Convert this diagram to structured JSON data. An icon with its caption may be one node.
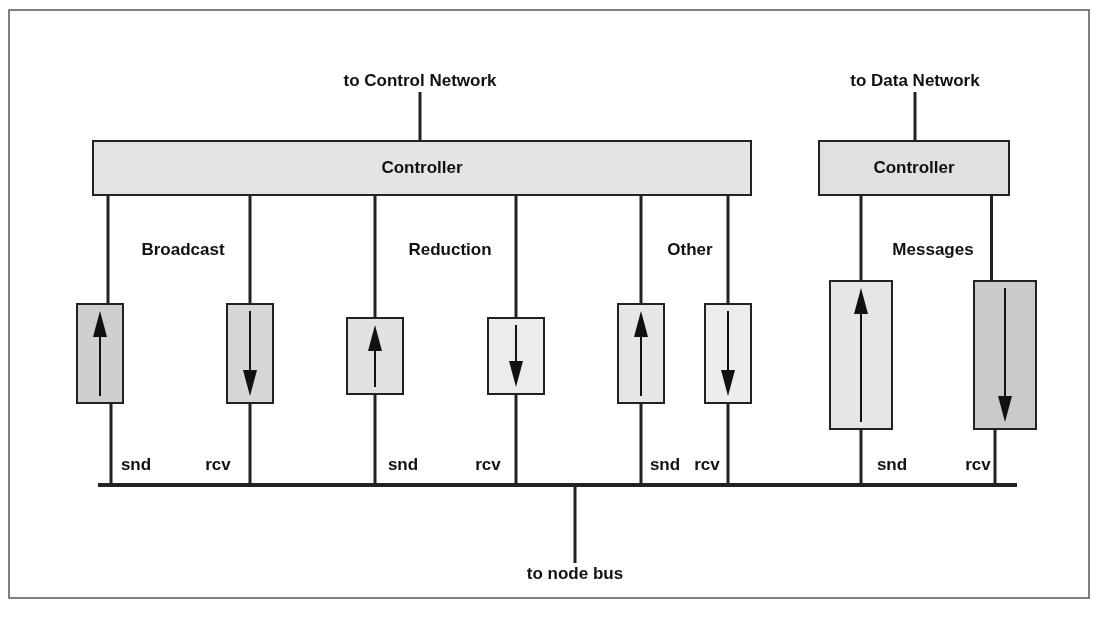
{
  "diagram": {
    "nodes": [
      {
        "text": [
          "to Control Network"
        ]
      },
      {
        "text": [
          "Controller"
        ]
      },
      {
        "text": [
          "to Data Network"
        ]
      },
      {
        "text": [
          "Controller"
        ]
      },
      {
        "text": [],
        "shape": "box"
      },
      {
        "text": [],
        "shape": "box"
      },
      {
        "text": [],
        "shape": "box"
      },
      {
        "text": [],
        "shape": "box"
      },
      {
        "text": [],
        "shape": "box"
      },
      {
        "text": [],
        "shape": "box"
      },
      {
        "text": [],
        "shape": "box"
      },
      {
        "text": [],
        "shape": "box"
      },
      {
        "text": [],
        "shape": "bar"
      },
      {
        "text": [
          "to node bus"
        ]
      }
    ],
    "edges": [
      {
        "from": 0,
        "to": 1,
        "arrow": "none"
      },
      {
        "from": 2,
        "to": 3,
        "arrow": "none"
      },
      {
        "from": 1,
        "to": 4,
        "arrow": "none"
      },
      {
        "from": 1,
        "to": 5,
        "arrow": "none"
      },
      {
        "from": 1,
        "to": 6,
        "arrow": "none"
      },
      {
        "from": 1,
        "to": 7,
        "arrow": "none"
      },
      {
        "from": 1,
        "to": 8,
        "arrow": "none"
      },
      {
        "from": 1,
        "to": 9,
        "arrow": "none"
      },
      {
        "from": 3,
        "to": 10,
        "arrow": "none"
      },
      {
        "from": 3,
        "to": 11,
        "arrow": "none"
      },
      {
        "from": 4,
        "to": 12,
        "arrow": "none"
      },
      {
        "from": 5,
        "to": 12,
        "arrow": "none"
      },
      {
        "from": 6,
        "to": 12,
        "arrow": "none"
      },
      {
        "from": 7,
        "to": 12,
        "arrow": "none"
      },
      {
        "from": 8,
        "to": 12,
        "arrow": "none"
      },
      {
        "from": 9,
        "to": 12,
        "arrow": "none"
      },
      {
        "from": 10,
        "to": 12,
        "arrow": "none"
      },
      {
        "from": 11,
        "to": 12,
        "arrow": "none"
      },
      {
        "from": 12,
        "to": 13,
        "arrow": "none"
      }
    ],
    "labels": [
      "Broadcast",
      "Reduction",
      "Other",
      "Messages",
      "snd",
      "rcv",
      "snd",
      "rcv",
      "snd",
      "rcv",
      "snd",
      "rcv"
    ]
  }
}
